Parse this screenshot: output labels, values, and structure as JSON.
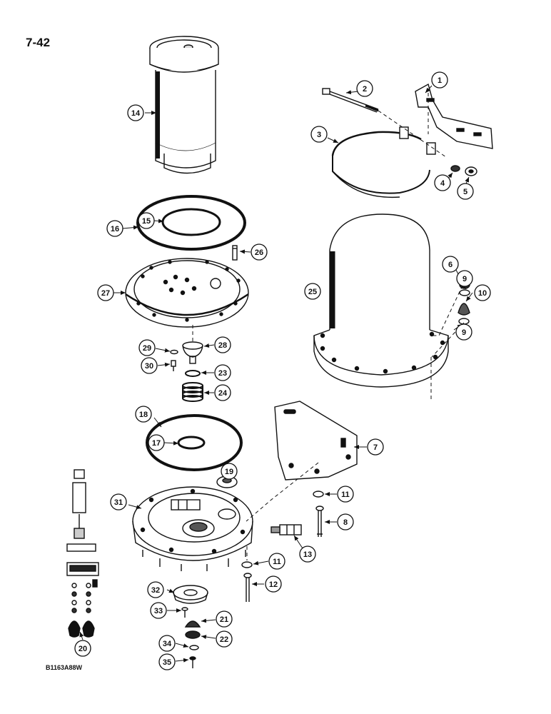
{
  "page": {
    "number": "7-42",
    "figure_code": "B1163A88W"
  },
  "callouts": [
    {
      "id": "1",
      "label": "1"
    },
    {
      "id": "2",
      "label": "2"
    },
    {
      "id": "3",
      "label": "3"
    },
    {
      "id": "4",
      "label": "4"
    },
    {
      "id": "5",
      "label": "5"
    },
    {
      "id": "6",
      "label": "6"
    },
    {
      "id": "7",
      "label": "7"
    },
    {
      "id": "8",
      "label": "8"
    },
    {
      "id": "9a",
      "label": "9"
    },
    {
      "id": "9b",
      "label": "9"
    },
    {
      "id": "10",
      "label": "10"
    },
    {
      "id": "11a",
      "label": "11"
    },
    {
      "id": "11b",
      "label": "11"
    },
    {
      "id": "12",
      "label": "12"
    },
    {
      "id": "13",
      "label": "13"
    },
    {
      "id": "14",
      "label": "14"
    },
    {
      "id": "15",
      "label": "15"
    },
    {
      "id": "16",
      "label": "16"
    },
    {
      "id": "17",
      "label": "17"
    },
    {
      "id": "18",
      "label": "18"
    },
    {
      "id": "19",
      "label": "19"
    },
    {
      "id": "20",
      "label": "20"
    },
    {
      "id": "21",
      "label": "21"
    },
    {
      "id": "22",
      "label": "22"
    },
    {
      "id": "23",
      "label": "23"
    },
    {
      "id": "24",
      "label": "24"
    },
    {
      "id": "25",
      "label": "25"
    },
    {
      "id": "26",
      "label": "26"
    },
    {
      "id": "27",
      "label": "27"
    },
    {
      "id": "28",
      "label": "28"
    },
    {
      "id": "29",
      "label": "29"
    },
    {
      "id": "30",
      "label": "30"
    },
    {
      "id": "31",
      "label": "31"
    },
    {
      "id": "32",
      "label": "32"
    },
    {
      "id": "33",
      "label": "33"
    },
    {
      "id": "34",
      "label": "34"
    },
    {
      "id": "35",
      "label": "35"
    }
  ]
}
